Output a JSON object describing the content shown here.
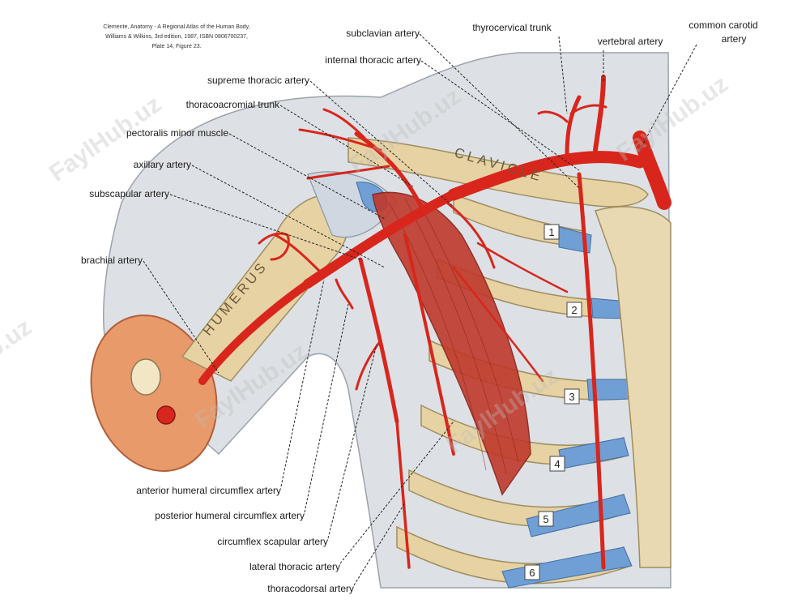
{
  "citation": {
    "line1": "Clemente, Anatomy - A Regional Atlas of the Human Body,",
    "line2": "Williams & Wilkins, 3rd edition, 1987, ISBN 0806700237,",
    "line3": "Plate 14, Figure 23."
  },
  "labels": {
    "subclavian_artery": "subclavian artery",
    "internal_thoracic_artery": "internal thoracic artery",
    "supreme_thoracic_artery": "supreme thoracic artery",
    "thoracoacromial_trunk": "thoracoacromial trunk",
    "pectoralis_minor_muscle": "pectoralis minor muscle",
    "axillary_artery": "axillary artery",
    "subscapular_artery": "subscapular artery",
    "brachial_artery": "brachial artery",
    "thyrocervical_trunk": "thyrocervical trunk",
    "vertebral_artery": "vertebral artery",
    "common_carotid_line1": "common carotid",
    "common_carotid_line2": "artery",
    "anterior_humeral_circumflex_artery": "anterior humeral circumflex artery",
    "posterior_humeral_circumflex_artery": "posterior humeral circumflex artery",
    "circumflex_scapular_artery": "circumflex scapular artery",
    "lateral_thoracic_artery": "lateral thoracic artery",
    "thoracodorsal_artery": "thoracodorsal artery"
  },
  "bones": {
    "clavicle": "CLAVICLE",
    "humerus": "HUMERUS"
  },
  "ribs": [
    "1",
    "2",
    "3",
    "4",
    "5",
    "6"
  ],
  "watermark": "FaylHub.uz",
  "colors": {
    "artery": "#d8261c",
    "muscle": "#c0392b",
    "bone": "#e6d2a3",
    "cartilage": "#6f9fd4",
    "skin": "#d9dde2"
  }
}
